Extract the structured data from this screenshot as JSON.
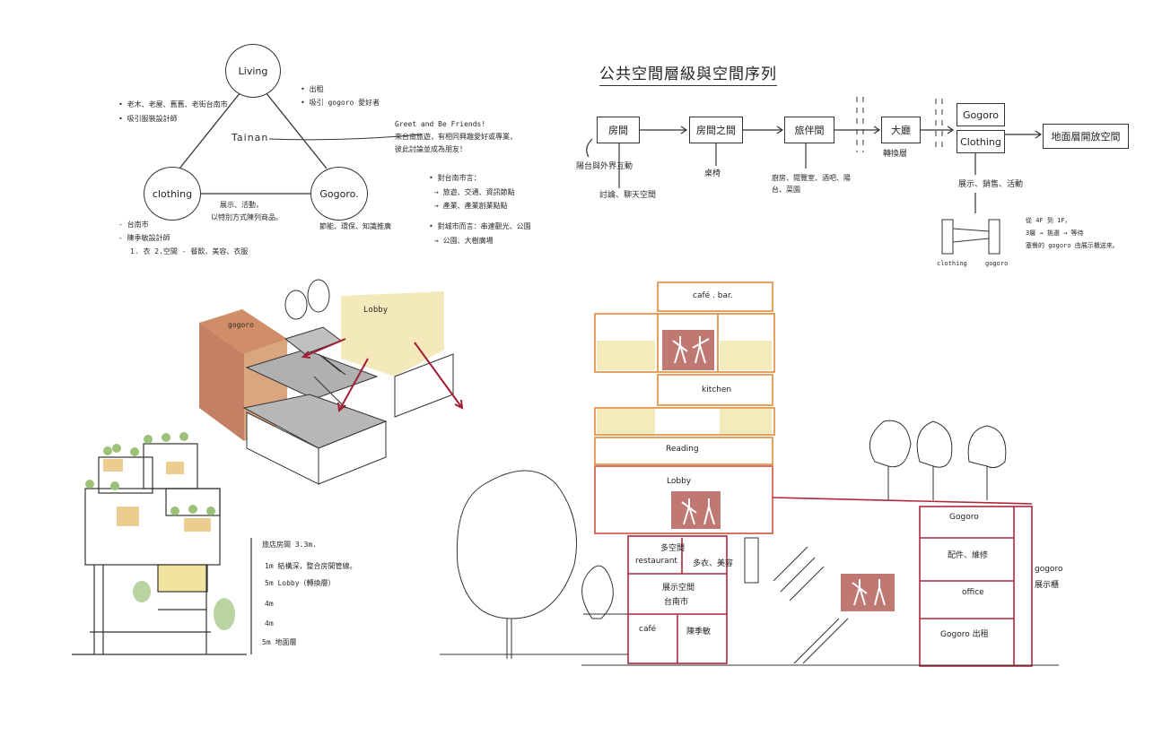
{
  "triangle": {
    "living": "Living",
    "clothing": "clothing",
    "gogoro": "Gogoro.",
    "center": "Tainan",
    "left_notes": [
      "• 老木、老屋、舊舊、老街台南市",
      "• 吸引服裝設計師"
    ],
    "right_notes": [
      "• 出租",
      "• 吸引 gogoro 愛好者"
    ],
    "bottom_center": [
      "展示、活動，",
      "以特別方式陳列商品。"
    ],
    "clothing_notes": [
      "- 台南市",
      "- 陳季敏設計師",
      "1. 衣 2.空間 - 餐飲、美容、衣服"
    ],
    "gogoro_notes": "節能、環保、知識推廣",
    "greet": [
      "Greet and Be Friends!",
      "來台南旅遊，有相同興趣愛好或專業，",
      "彼此討論並成為朋友！"
    ],
    "city_notes": [
      "• 對台南市言：",
      "→ 旅遊、交通、資訊節點",
      "→ 產業、產業創業點點",
      "• 對城市而言：串連觀光、公園",
      "→ 公園、大樹廣場"
    ]
  },
  "flow": {
    "title": "公共空間層級與空間序列",
    "nodes": [
      "房間",
      "房間之間",
      "旅伴間",
      "大廳",
      "Gogoro",
      "Clothing",
      "地面層開放空間"
    ],
    "notes": [
      "陽台與外界互動",
      "討論、聊天空間",
      "桌椅",
      "廚房、閱覽室、酒吧、陽台、菜園",
      "轉換層",
      "展示、銷售、活動"
    ],
    "small_notes": [
      "從 4F 到 1F，",
      "3層 → 挑選 → 等待",
      "塞餐的 gogoro 由展示櫃送來。"
    ],
    "small_labels": [
      "clothing",
      "gogoro"
    ]
  },
  "isometric": {
    "gogoro": "gogoro",
    "lobby": "Lobby"
  },
  "elevation_notes": [
    "旅店房間 3.3m.",
    "1m 結構深，整合房間管線。",
    "5m Lobby（轉換層）",
    "4m",
    "4m",
    "5m 地面層"
  ],
  "section": {
    "labels": [
      "café . bar.",
      "kitchen",
      "Reading",
      "Lobby",
      "多空間",
      "restaurant",
      "多衣、美容",
      "展示空間",
      "台南市",
      "café",
      "陳季敏",
      "Gogoro",
      "配件、維修",
      "office",
      "Gogoro 出租",
      "gogoro",
      "展示櫃"
    ]
  },
  "colors": {
    "orange": "#e08a3c",
    "red": "#b0273c",
    "green": "#9cc27a",
    "brown": "#b5603e",
    "yellow": "#e6d36a"
  }
}
